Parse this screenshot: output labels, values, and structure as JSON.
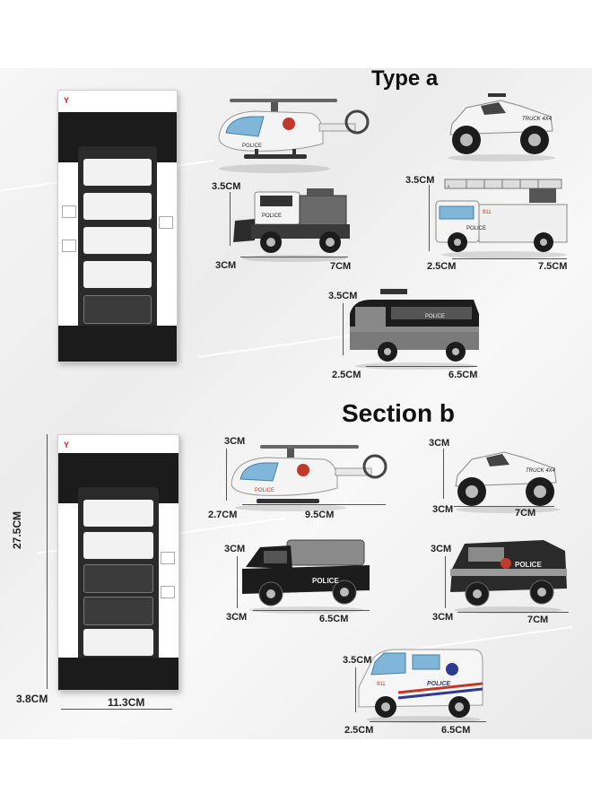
{
  "headings": {
    "type_a": "Type a",
    "section_b": "Section b"
  },
  "labels": {
    "truck_a_h": "3.5CM",
    "truck_a_d": "3CM",
    "truck_a_w": "7CM",
    "ladder_a_h": "3.5CM",
    "ladder_a_d": "2.5CM",
    "ladder_a_w": "7.5CM",
    "swat_a_h": "3.5CM",
    "swat_a_d": "2.5CM",
    "swat_a_w": "6.5CM",
    "heli_b_h": "3CM",
    "heli_b_d": "2.7CM",
    "heli_b_w": "9.5CM",
    "monster_b_h": "3CM",
    "monster_b_d": "3CM",
    "monster_b_w": "7CM",
    "jeep_b_h": "3CM",
    "jeep_b_d": "3CM",
    "jeep_b_w": "6.5CM",
    "armored_b_h": "3CM",
    "armored_b_d": "3CM",
    "armored_b_w": "7CM",
    "van_b_h": "3.5CM",
    "van_b_d": "2.5CM",
    "van_b_w": "6.5CM",
    "pack_height": "27.5CM",
    "pack_depth": "3.8CM",
    "pack_width": "11.3CM"
  },
  "decals": {
    "police": "POLICE",
    "truck4x4": "TRUCK 4X4",
    "num911": "911"
  },
  "colors": {
    "body_white": "#f4f4f4",
    "body_black": "#1c1c1c",
    "body_grey": "#8a8a8a",
    "glass_blue": "#7fb6d9",
    "accent_red": "#c0392b"
  }
}
